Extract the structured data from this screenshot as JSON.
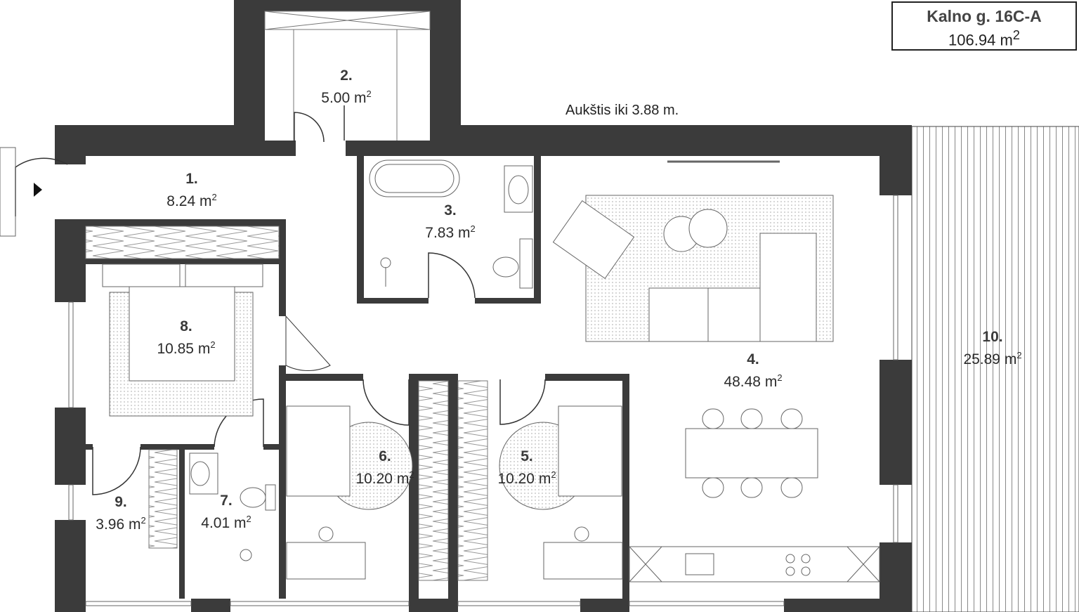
{
  "title": {
    "address": "Kalno g. 16C-A",
    "total_area": "106.94",
    "unit": "m",
    "unit_exp": "2"
  },
  "height_note": "Aukštis iki 3.88 m.",
  "rooms": [
    {
      "number": "1.",
      "area": "8.24 m",
      "exp": "2"
    },
    {
      "number": "2.",
      "area": "5.00 m",
      "exp": "2"
    },
    {
      "number": "3.",
      "area": "7.83 m",
      "exp": "2"
    },
    {
      "number": "4.",
      "area": "48.48 m",
      "exp": "2"
    },
    {
      "number": "5.",
      "area": "10.20 m",
      "exp": "2"
    },
    {
      "number": "6.",
      "area": "10.20 m",
      "exp": "2"
    },
    {
      "number": "7.",
      "area": "4.01 m",
      "exp": "2"
    },
    {
      "number": "8.",
      "area": "10.85 m",
      "exp": "2"
    },
    {
      "number": "9.",
      "area": "3.96 m",
      "exp": "2"
    },
    {
      "number": "10.",
      "area": "25.89 m",
      "exp": "2"
    }
  ],
  "colors": {
    "wall": "#3b3b3b",
    "line": "#555555",
    "rug": "#e4e4e4"
  }
}
